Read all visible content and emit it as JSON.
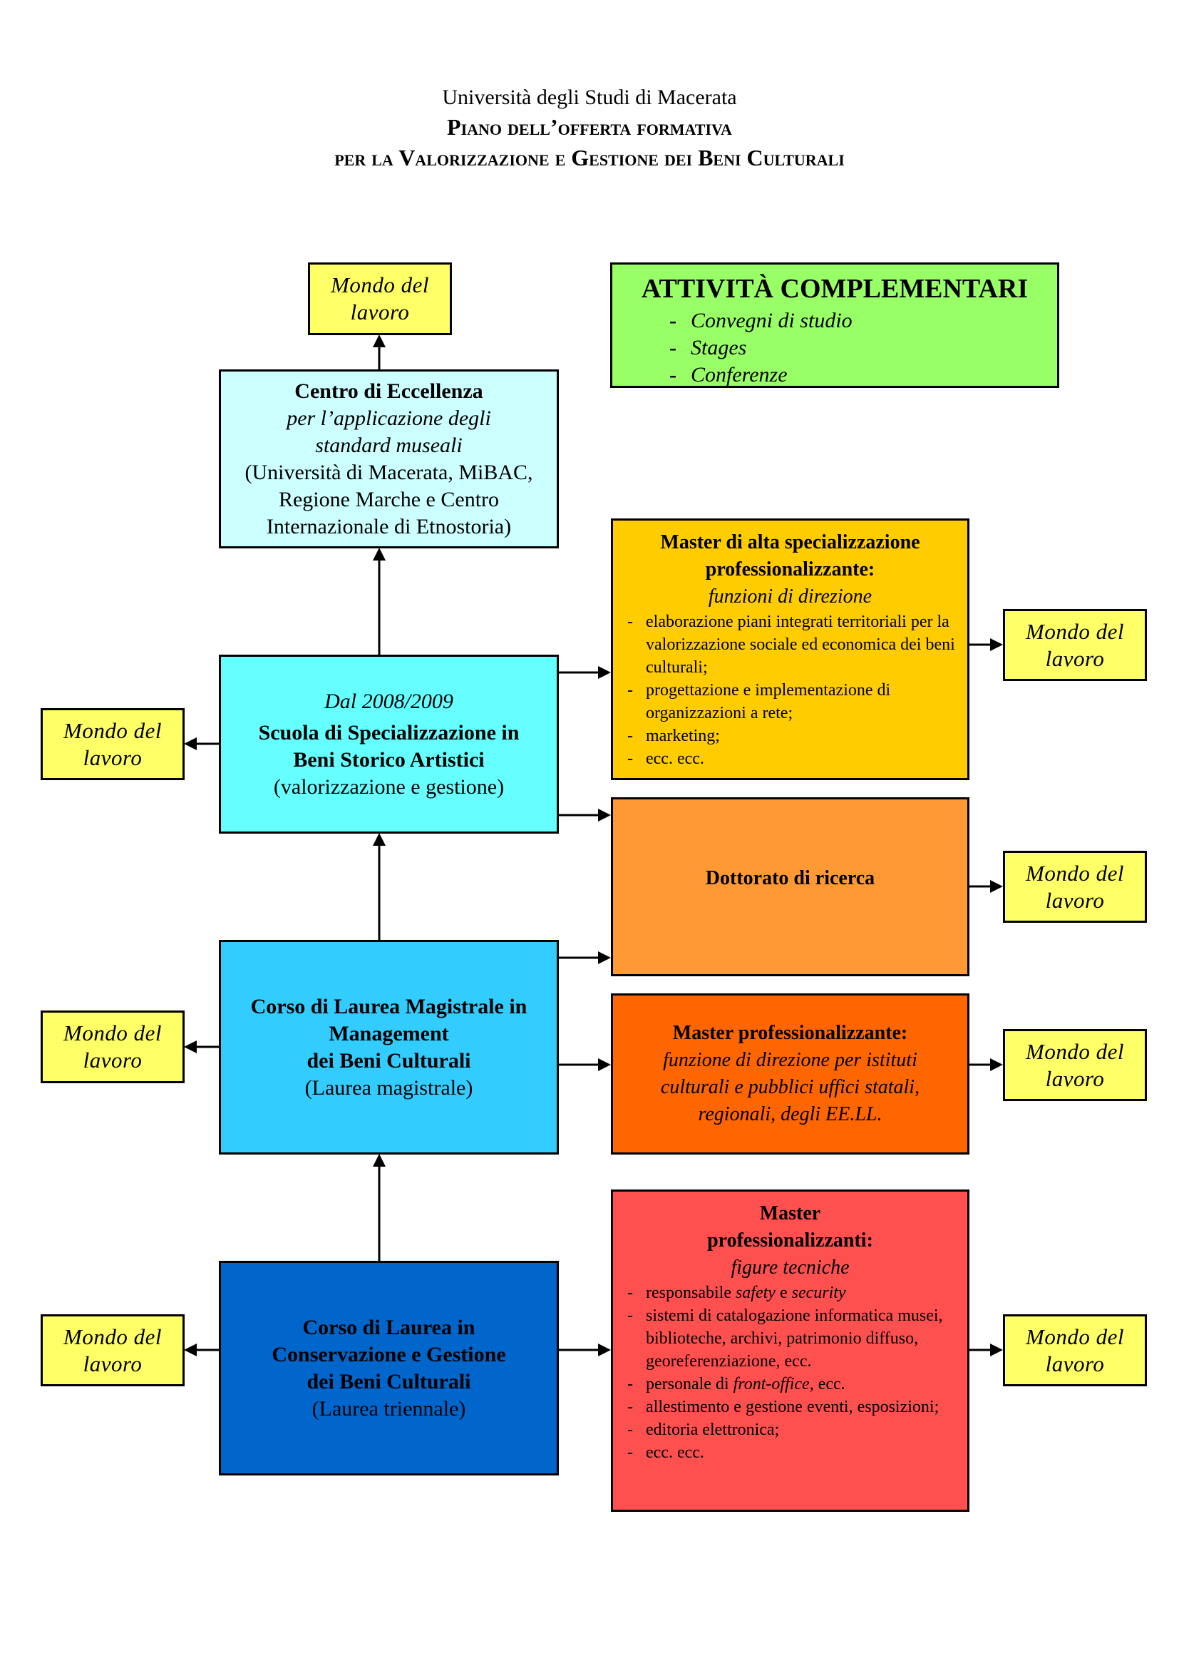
{
  "header": {
    "university": "Università degli Studi di Macerata",
    "title_line1": "Piano dell’offerta formativa",
    "title_line2": "per la Valorizzazione e Gestione dei Beni Culturali"
  },
  "colors": {
    "mondo": "#FFFF66",
    "attivita": "#99FF66",
    "centro": "#CCFFFF",
    "scuola": "#66FFFF",
    "magistrale": "#33CCFF",
    "triennale": "#0066CC",
    "master_alta": "#FFCC00",
    "dottorato": "#FF9933",
    "master_prof": "#FF6600",
    "master_tecnici": "#FF5050"
  },
  "mondo_label": {
    "line1": "Mondo del",
    "line2": "lavoro"
  },
  "attivita": {
    "title": "ATTIVITÀ COMPLEMENTARI",
    "items": [
      "Convegni di studio",
      "Stages",
      "Conferenze"
    ],
    "bullet": "-"
  },
  "centro": {
    "title": "Centro di Eccellenza",
    "subtitle1": "per l’applicazione degli",
    "subtitle2": "standard museali",
    "note1": "(Università di Macerata, MiBAC,",
    "note2": "Regione Marche e Centro",
    "note3": "Internazionale di Etnostoria)"
  },
  "scuola": {
    "since": "Dal 2008/2009",
    "title1": "Scuola di Specializzazione in",
    "title2": "Beni Storico Artistici",
    "note": "(valorizzazione e gestione)"
  },
  "magistrale": {
    "title1": "Corso di Laurea Magistrale in",
    "title2": "Management",
    "title3": "dei Beni Culturali",
    "note": "(Laurea magistrale)"
  },
  "triennale": {
    "title1": "Corso di Laurea in",
    "title2": "Conservazione e Gestione",
    "title3": "dei Beni Culturali",
    "note": "(Laurea triennale)"
  },
  "master_alta": {
    "title1": "Master di alta specializzazione",
    "title2": "professionalizzante:",
    "subtitle": "funzioni di direzione",
    "items": [
      "elaborazione piani integrati territoriali per la valorizzazione sociale ed economica dei beni culturali;",
      "progettazione e implementazione di organizzazioni a rete;",
      "marketing;",
      "ecc. ecc."
    ]
  },
  "dottorato": {
    "title": "Dottorato di ricerca"
  },
  "master_prof": {
    "title": "Master professionalizzante:",
    "subtitle1": "funzione di direzione per istituti",
    "subtitle2": "culturali e pubblici uffici statali,",
    "subtitle3": "regionali, degli EE.LL."
  },
  "master_tecnici": {
    "title1": "Master",
    "title2": "professionalizzanti:",
    "subtitle": "figure tecniche",
    "item1_a": "responsabile ",
    "item1_b": "safety",
    "item1_c": " e ",
    "item1_d": "security",
    "item2": "sistemi di catalogazione informatica musei, biblioteche, archivi, patrimonio diffuso, georeferenziazione, ecc.",
    "item3_a": "personale di ",
    "item3_b": "front-office",
    "item3_c": ", ecc.",
    "item4": "allestimento e gestione eventi, esposizioni;",
    "item5": "editoria elettronica;",
    "item6": "ecc. ecc."
  },
  "list_dash": "-"
}
